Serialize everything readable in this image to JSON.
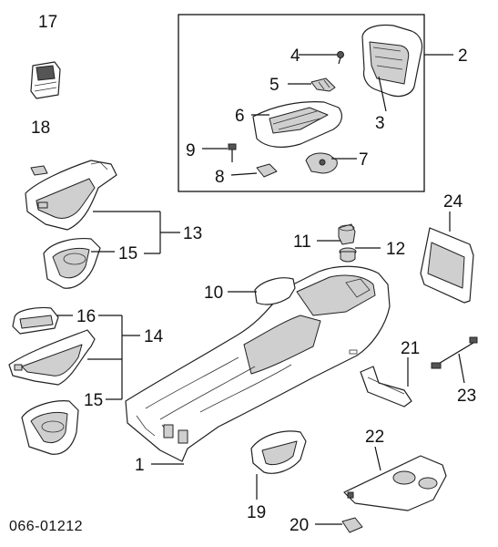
{
  "diagram_code": "066-01212",
  "callouts": {
    "c1": "1",
    "c2": "2",
    "c3": "3",
    "c4": "4",
    "c5": "5",
    "c6": "6",
    "c7": "7",
    "c8": "8",
    "c9": "9",
    "c10": "10",
    "c11": "11",
    "c12": "12",
    "c13": "13",
    "c14": "14",
    "c15a": "15",
    "c15b": "15",
    "c16": "16",
    "c17": "17",
    "c18": "18",
    "c19": "19",
    "c20": "20",
    "c21": "21",
    "c22": "22",
    "c23": "23",
    "c24": "24"
  }
}
